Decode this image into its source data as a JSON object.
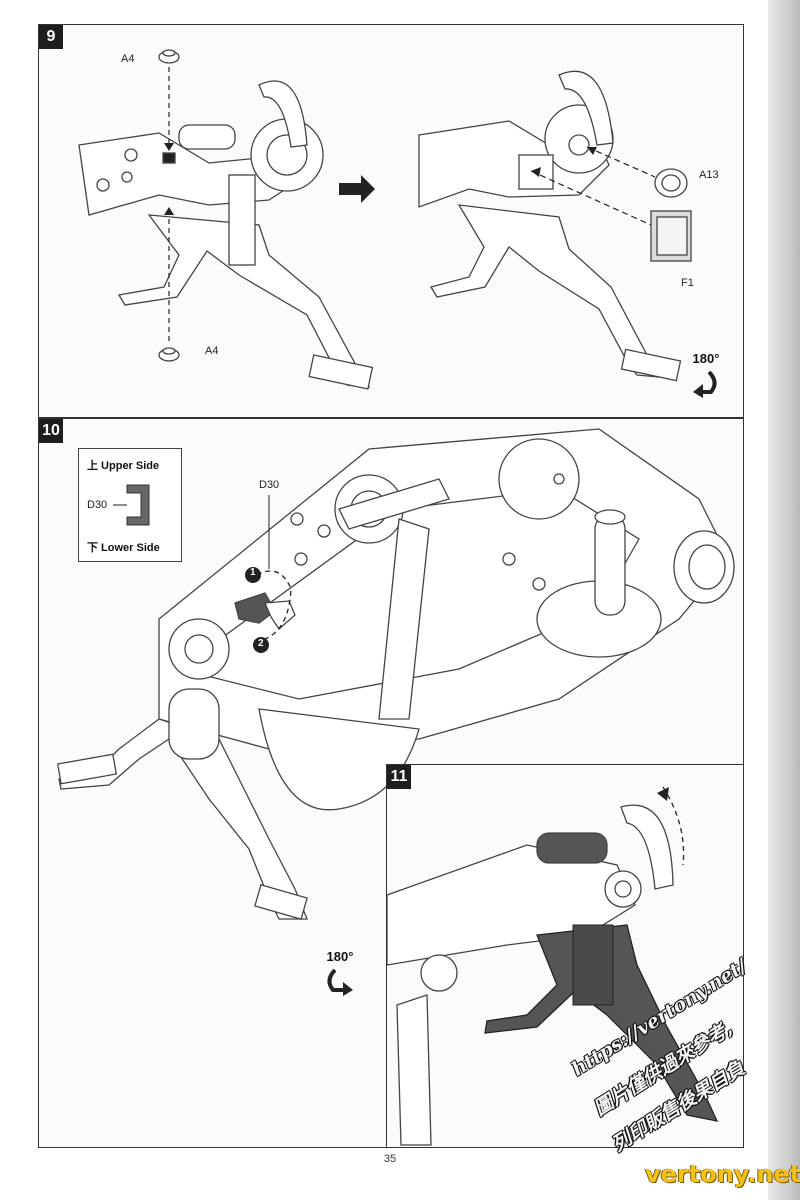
{
  "steps": [
    {
      "number": "9",
      "parts": {
        "a4_top": "A4",
        "a4_bottom": "A4",
        "a13": "A13",
        "f1": "F1"
      },
      "rotation": "180°"
    },
    {
      "number": "10",
      "part": "D30",
      "callout": {
        "upper": "上 Upper Side",
        "part": "D30",
        "lower": "下 Lower Side"
      },
      "order_markers": [
        "1",
        "2"
      ],
      "rotation": "180°"
    },
    {
      "number": "11"
    }
  ],
  "page_number": "35",
  "watermark": {
    "url": "https://vertony.net/",
    "line2": "圖片僅供過來參考,",
    "line3": "列印販售後果自負",
    "site": "vertony.net"
  }
}
